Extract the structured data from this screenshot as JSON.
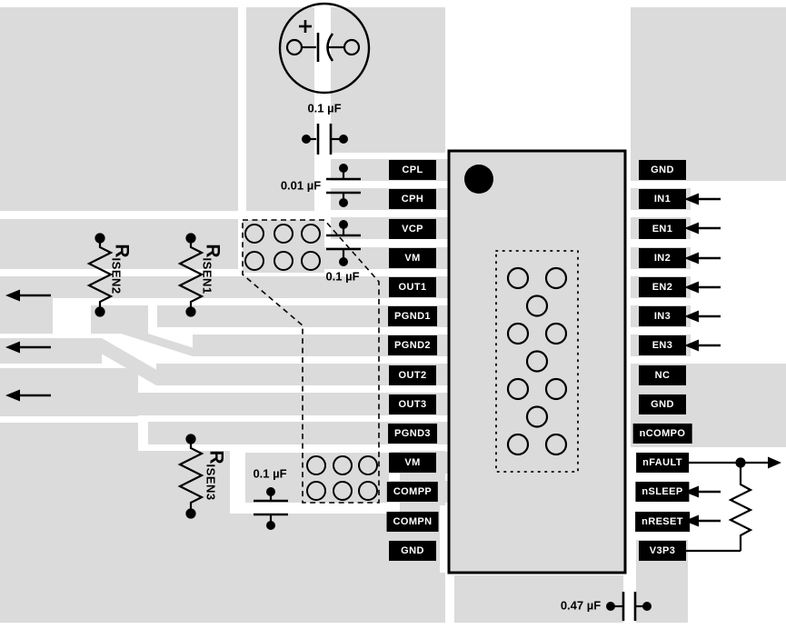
{
  "figure": {
    "kind": "pcb-layout-example"
  },
  "colors": {
    "copper_pour": "#dbdbdb",
    "board_gap": "#ffffff",
    "ink": "#000000",
    "pin_label_bg": "#000000",
    "pin_label_fg": "#ffffff"
  },
  "ic": {
    "left_pins": [
      "CPL",
      "CPH",
      "VCP",
      "VM",
      "OUT1",
      "PGND1",
      "PGND2",
      "OUT2",
      "OUT3",
      "PGND3",
      "VM",
      "COMPP",
      "COMPN",
      "GND"
    ],
    "right_pins": [
      "GND",
      "IN1",
      "EN1",
      "IN2",
      "EN2",
      "IN3",
      "EN3",
      "NC",
      "GND",
      "nCOMPO",
      "nFAULT",
      "nSLEEP",
      "nRESET",
      "V3P3"
    ]
  },
  "capacitors": {
    "bulk_bypass": "0.1 µF",
    "charge_pump": "0.01 µF",
    "vcp": "0.1 µF",
    "vm_sense": "0.1 µF",
    "v3p3": "0.47 µF"
  },
  "resistors": {
    "risen1": {
      "prefix": "R",
      "subscript": "ISEN1"
    },
    "risen2": {
      "prefix": "R",
      "subscript": "ISEN2"
    },
    "risen3": {
      "prefix": "R",
      "subscript": "ISEN3"
    }
  }
}
